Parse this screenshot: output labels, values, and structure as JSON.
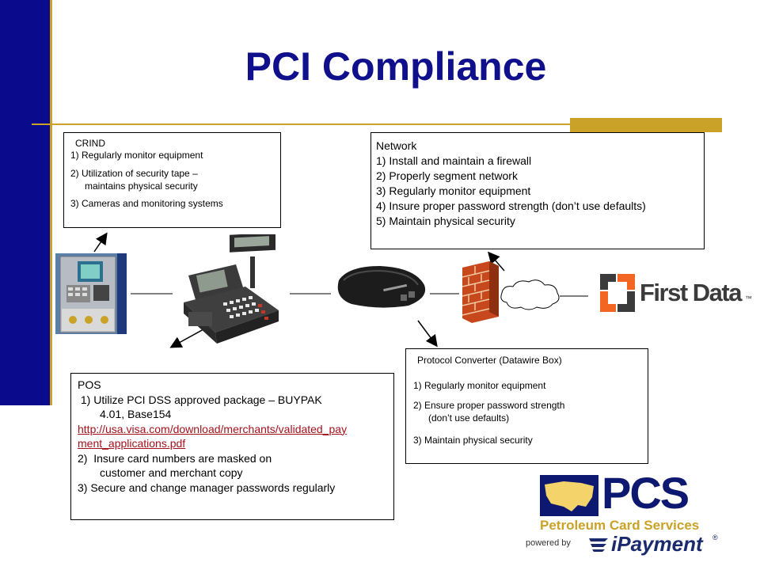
{
  "slide": {
    "title": "PCI Compliance"
  },
  "crind": {
    "heading": "CRIND",
    "items": [
      "1) Regularly monitor equipment",
      "2) Utilization of security tape –",
      "maintains physical security",
      "3) Cameras and monitoring systems"
    ]
  },
  "network": {
    "heading": "Network",
    "items": [
      "1) Install and maintain a firewall",
      "2) Properly segment network",
      "3) Regularly monitor equipment",
      "4) Insure proper password strength (don’t use defaults)",
      "5) Maintain physical security"
    ]
  },
  "protocol": {
    "heading": "Protocol Converter (Datawire Box)",
    "items": [
      "1) Regularly monitor equipment",
      "2) Ensure proper password strength",
      "(don’t use defaults)",
      "3) Maintain physical security"
    ]
  },
  "pos": {
    "heading": "POS",
    "line1": " 1) Utilize PCI DSS approved package – BUYPAK",
    "line2": "4.01, Base154",
    "link_line1": "http://usa.visa.com/download/merchants/validated_pay",
    "link_line2": "ment_applications.pdf",
    "line3": "2)  Insure card numbers are masked on",
    "line4": "customer and merchant copy",
    "line5": "3) Secure and change manager passwords regularly"
  },
  "first_data": {
    "name": "First Data",
    "tm": "™"
  },
  "pcs": {
    "name": "PCS",
    "subtitle": "Petroleum Card Services",
    "powered_by": "powered by",
    "ipayment": "iPayment",
    "reg": "®"
  },
  "colors": {
    "navy": "#10108c",
    "gold": "#c9a227",
    "link": "#a4111c",
    "firstdata_orange": "#f26522",
    "firstdata_dark": "#3b3b3b"
  }
}
